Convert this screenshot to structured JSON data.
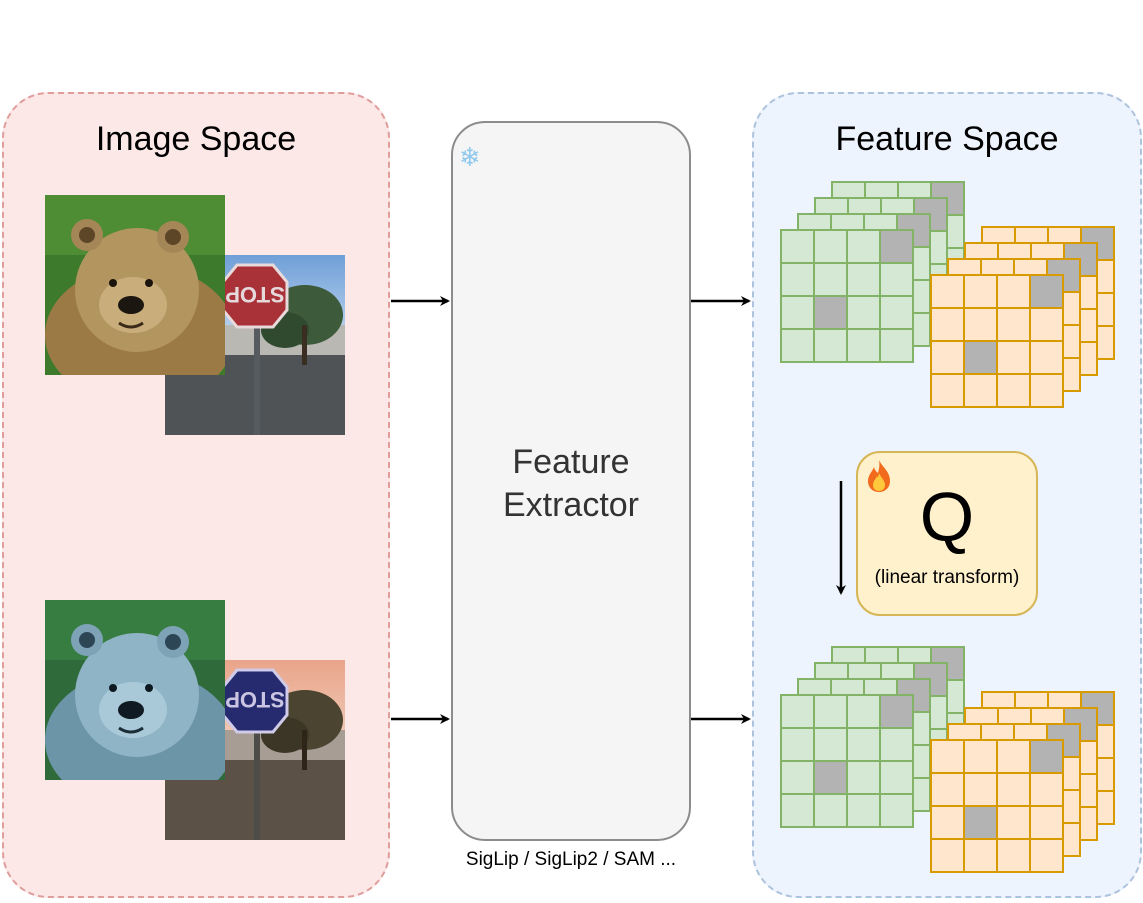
{
  "image_space": {
    "title": "Image Space"
  },
  "feature_space": {
    "title": "Feature Space"
  },
  "extractor": {
    "label_line1": "Feature",
    "label_line2": "Extractor",
    "caption": "SigLip / SigLip2 / SAM ...",
    "status_icon": "snowflake-icon"
  },
  "transform": {
    "letter": "Q",
    "subtitle": "(linear transform)",
    "status_icon": "fire-icon"
  },
  "sign_text": "STOP",
  "colors": {
    "image_panel_bg": "#fbe8e7",
    "image_panel_border": "#df9d9b",
    "feature_panel_bg": "#eef4fd",
    "feature_panel_border": "#adc2dd",
    "green_grid_fill": "#d5e8d4",
    "green_grid_border": "#82b366",
    "orange_grid_fill": "#ffe6cc",
    "orange_grid_border": "#d79b00",
    "highlight_cell": "#b3b3b3",
    "q_box_fill": "#fff1cc",
    "q_box_border": "#d6b656"
  }
}
